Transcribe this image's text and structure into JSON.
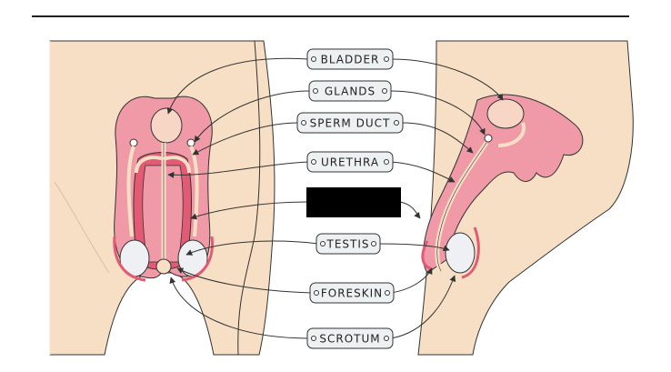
{
  "labels": {
    "bladder": "BLADDER",
    "glands": "GLANDS",
    "sperm_duct": "SPERM DUCT",
    "urethra": "URETHRA",
    "testis": "TESTIS",
    "foreskin": "FORESKIN",
    "scrotum": "SCROTUM"
  },
  "colors": {
    "skin": "#f6dfc4",
    "organ_pink": "#f19aa7",
    "organ_dark": "#e25a74",
    "bladder_fill": "#f8d6c6",
    "testis_fill": "#eef0f3",
    "label_bg": "#eef1f1",
    "redaction": "#000000"
  }
}
